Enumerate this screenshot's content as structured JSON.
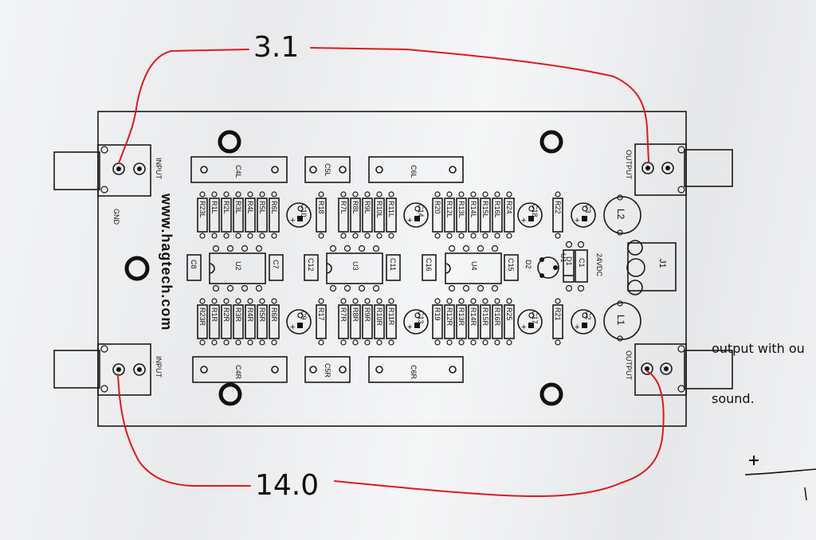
{
  "measurements": {
    "top": "3.1",
    "bottom": "14.0"
  },
  "note": {
    "line1": "output with ou",
    "line2": "sound."
  },
  "board": {
    "website": "www.hagtech.com",
    "input": "INPUT",
    "output": "OUTPUT",
    "gnd": "GND",
    "power": "24VDC",
    "jack": "J1",
    "inductors": [
      "L2",
      "L1"
    ],
    "ics": [
      "U2",
      "U3",
      "U4",
      "U1"
    ],
    "diodes": [
      "D1",
      "D2"
    ],
    "caps_long_top": [
      "C4L",
      "C5L",
      "C6L"
    ],
    "caps_long_bottom": [
      "C4R",
      "C5R",
      "C6R"
    ],
    "caps_side": [
      "C8",
      "C7",
      "C12",
      "C11",
      "C16",
      "C15",
      "C1"
    ],
    "elec_caps_top": [
      "C10",
      "C14",
      "C18",
      "C3"
    ],
    "elec_caps_bottom": [
      "C9",
      "C13",
      "C17",
      "C2"
    ],
    "res_top_g1": [
      "R23L",
      "R1L",
      "R2L",
      "R3L",
      "R4L",
      "R5L",
      "R6L"
    ],
    "res_top_g2": [
      "R18"
    ],
    "res_top_g3": [
      "R7L",
      "R8L",
      "R9L",
      "R10L",
      "R11L"
    ],
    "res_top_g4": [
      "R20",
      "R12L",
      "R13L",
      "R14L",
      "R15L",
      "R16L",
      "R24"
    ],
    "res_top_g5": [
      "R22"
    ],
    "res_bot_g1": [
      "R23R",
      "R1R",
      "R2R",
      "R3R",
      "R4R",
      "R5R",
      "R6R"
    ],
    "res_bot_g2": [
      "R17"
    ],
    "res_bot_g3": [
      "R7R",
      "R8R",
      "R9R",
      "R10R",
      "R11R"
    ],
    "res_bot_g4": [
      "R19",
      "R12R",
      "R13R",
      "R14R",
      "R15R",
      "R16R",
      "R25"
    ],
    "res_bot_g5": [
      "R21"
    ],
    "polarity": "+"
  },
  "colors": {
    "wire": "#e01a1a",
    "ink": "#1a1a1a",
    "paper": "#eeeff1"
  }
}
